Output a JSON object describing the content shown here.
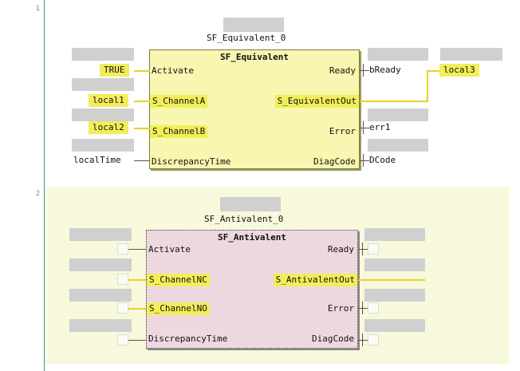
{
  "rungs": [
    {
      "number": "1",
      "instance_name": "SF_Equivalent_0",
      "block_type": "SF_Equivalent",
      "inputs": [
        {
          "pin": "Activate",
          "variable": "TRUE",
          "highlighted": true
        },
        {
          "pin": "S_ChannelA",
          "variable": "local1",
          "highlighted": true
        },
        {
          "pin": "S_ChannelB",
          "variable": "local2",
          "highlighted": true
        },
        {
          "pin": "DiscrepancyTime",
          "variable": "localTime",
          "highlighted": false
        }
      ],
      "outputs": [
        {
          "pin": "Ready",
          "variable": "bReady",
          "highlighted": false
        },
        {
          "pin": "S_EquivalentOut",
          "variable": "local3",
          "highlighted": true
        },
        {
          "pin": "Error",
          "variable": "err1",
          "highlighted": false
        },
        {
          "pin": "DiagCode",
          "variable": "DCode",
          "highlighted": false
        }
      ]
    },
    {
      "number": "2",
      "instance_name": "SF_Antivalent_0",
      "block_type": "SF_Antivalent",
      "inputs": [
        {
          "pin": "Activate",
          "variable": ""
        },
        {
          "pin": "S_ChannelNC",
          "variable": ""
        },
        {
          "pin": "S_ChannelNO",
          "variable": ""
        },
        {
          "pin": "DiscrepancyTime",
          "variable": ""
        }
      ],
      "outputs": [
        {
          "pin": "Ready",
          "variable": ""
        },
        {
          "pin": "S_AntivalentOut",
          "variable": ""
        },
        {
          "pin": "Error",
          "variable": ""
        },
        {
          "pin": "DiagCode",
          "variable": ""
        }
      ]
    }
  ],
  "colors": {
    "highlight": "#f2ee5a",
    "fb_equivalent_bg": "#f8f6b0",
    "fb_antivalent_bg": "#eed8e0",
    "rung2_bg": "#f8f8dc",
    "gutter_line": "#3e8f86"
  }
}
